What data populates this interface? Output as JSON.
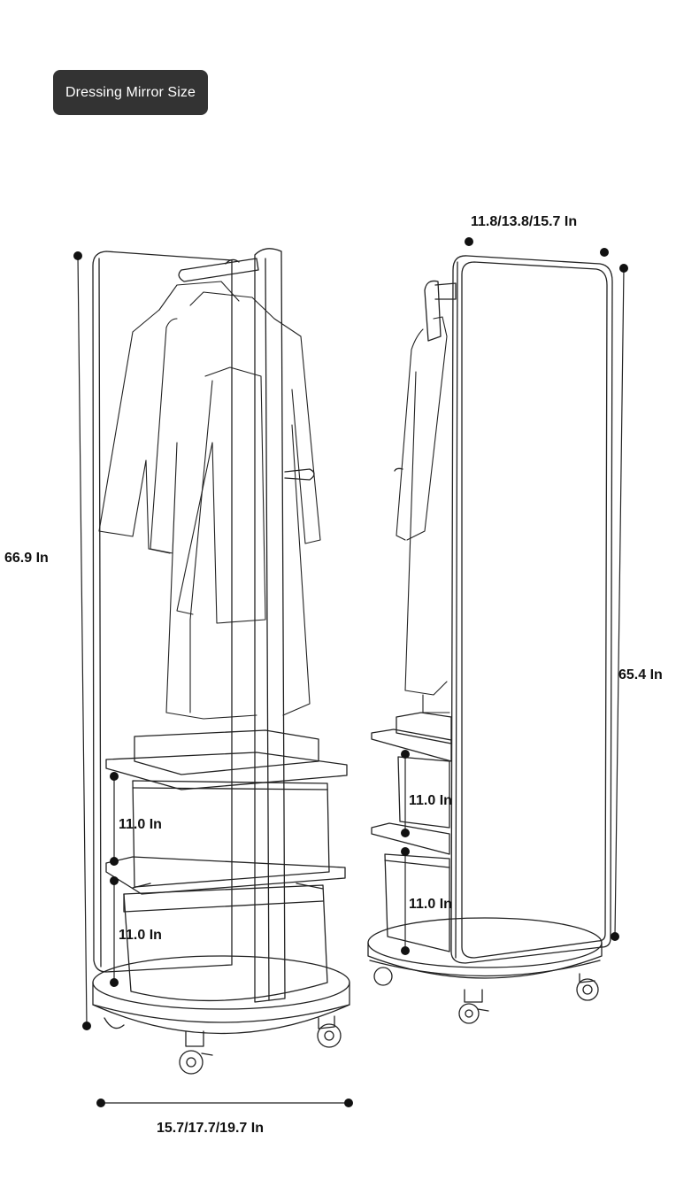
{
  "title": "Dressing Mirror Size",
  "colors": {
    "badge_bg": "#333333",
    "badge_text": "#ffffff",
    "line": "#222222",
    "dot": "#111111"
  },
  "dimensions": {
    "total_height": "66.9 In",
    "base_width": "15.7/17.7/19.7 In",
    "shelf_gap_upper_left": "11.0 In",
    "shelf_gap_lower_left": "11.0 In",
    "mirror_width": "11.8/13.8/15.7 In",
    "mirror_height": "65.4 In",
    "shelf_gap_upper_right": "11.0 In",
    "shelf_gap_lower_right": "11.0 In"
  }
}
